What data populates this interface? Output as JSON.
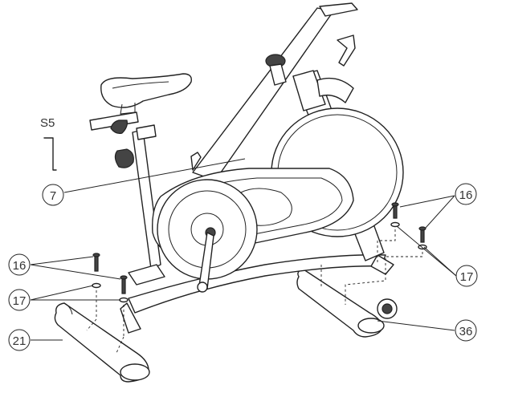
{
  "tool_label": "S5",
  "callouts": {
    "c7": "7",
    "c16_right": "16",
    "c16_left": "16",
    "c17_left": "17",
    "c17_right": "17",
    "c21": "21",
    "c36": "36"
  }
}
